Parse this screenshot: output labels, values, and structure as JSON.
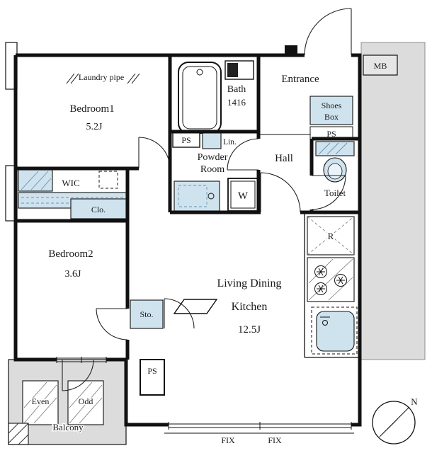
{
  "plan": {
    "bedroom1": {
      "name": "Bedroom1",
      "size": "5.2J"
    },
    "bedroom2": {
      "name": "Bedroom2",
      "size": "3.6J"
    },
    "ldk": {
      "line1": "Living Dining",
      "line2": "Kitchen",
      "size": "12.5J"
    },
    "bath": {
      "name": "Bath",
      "size": "1416"
    },
    "powder": {
      "line1": "Powder",
      "line2": "Room"
    },
    "entrance": {
      "name": "Entrance"
    },
    "hall": {
      "name": "Hall"
    },
    "toilet": {
      "name": "Toilet"
    },
    "wic": {
      "name": "WIC"
    },
    "closet": {
      "name": "Clo."
    },
    "storage": {
      "name": "Sto."
    },
    "balcony": {
      "name": "Balcony"
    }
  },
  "labels": {
    "laundry_pipe": "Laundry pipe",
    "meter_box": "MB",
    "pipe_space": "PS",
    "linen": "Lin.",
    "washer": "W",
    "fridge": "R",
    "shoes_line1": "Shoes",
    "shoes_line2": "Box",
    "even": "Even",
    "odd": "Odd",
    "fix": "FIX",
    "north": "N"
  },
  "colors": {
    "fixture_blue": "#cfe3ef",
    "area_gray": "#dcdcdc",
    "wall_black": "#111111"
  }
}
